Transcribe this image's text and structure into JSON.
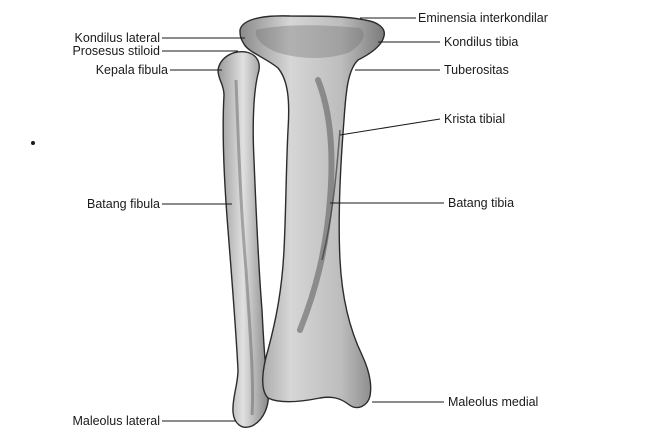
{
  "labels": {
    "eminensia_interkondilar": "Eminensia interkondilar",
    "kondilus_lateral": "Kondilus lateral",
    "kondilus_tibia": "Kondilus tibia",
    "prosesus_stiloid": "Prosesus stiloid",
    "kepala_fibula": "Kepala fibula",
    "tuberositas": "Tuberositas",
    "krista_tibial": "Krista tibial",
    "batang_fibula": "Batang fibula",
    "batang_tibia": "Batang tibia",
    "maleolus_medial": "Maleolus medial",
    "maleolus_lateral": "Maleolus lateral"
  },
  "colors": {
    "bone_fill": "#d9d9d9",
    "bone_shade": "#8c8c8c",
    "bone_outline": "#2b2b2b",
    "leader_line": "#1a1a1a"
  }
}
